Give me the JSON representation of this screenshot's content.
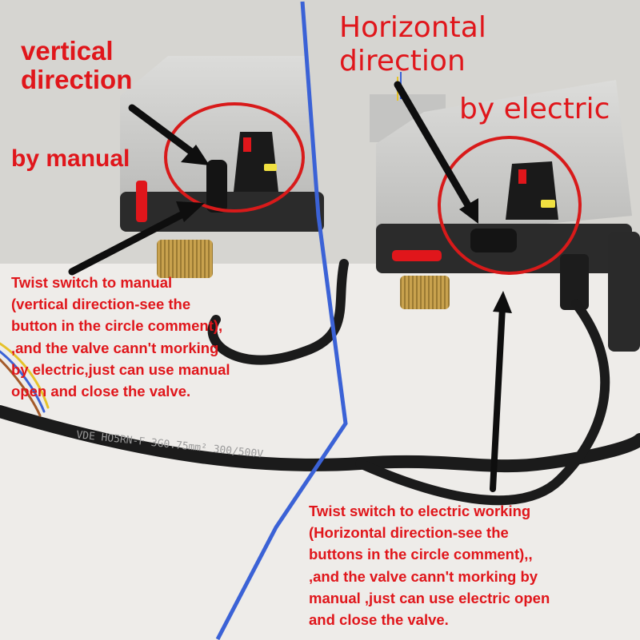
{
  "labels": {
    "vertical": "vertical\ndirection",
    "manual": "by manual",
    "horizontal": "Horizontal\ndirection",
    "electric": "by electric",
    "note_manual": "Twist switch to manual\n(vertical direction-see the\nbutton in the circle comment),\n,and the valve cann't morking\n by electric,just can use manual\nopen and close the valve.",
    "note_electric": "Twist switch to electric working\n(Horizontal direction-see the\nbuttons in the circle comment),,\n,and the valve cann't morking by\nmanual ,just can use electric open\nand close the valve."
  },
  "cable_print": "VDE HO5RN-F 3G0.75mm² 300/500V",
  "colors": {
    "annotation": "#e0161b",
    "divider": "#3b62d6",
    "arrow": "#0e0e0e",
    "actuator_housing": "#cfcfcd",
    "actuator_base": "#2b2b2b",
    "manual_coupling": "#c9a24e"
  }
}
